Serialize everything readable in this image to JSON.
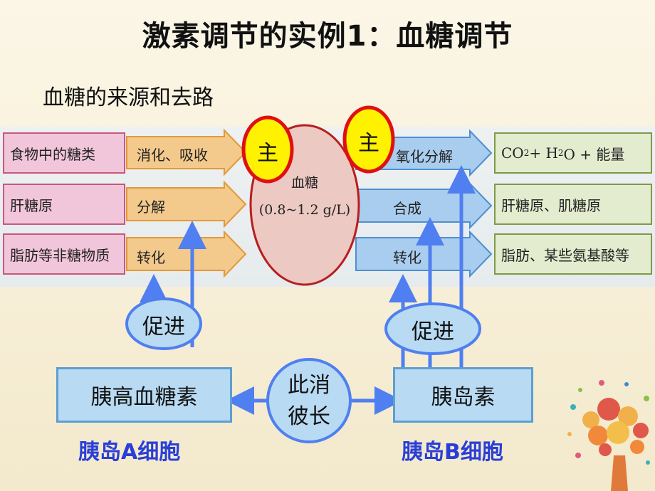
{
  "title": "激素调节的实例1：血糖调节",
  "subtitle": "血糖的来源和去路",
  "sources": [
    {
      "name": "食物中的糖类",
      "process": "消化、吸收"
    },
    {
      "name": "肝糖原",
      "process": "分解"
    },
    {
      "name": "脂肪等非糖物质",
      "process": "转化"
    }
  ],
  "blood_sugar": {
    "label": "血糖",
    "range": "(0.8~1.2 g/L)"
  },
  "main_marks": [
    "主",
    "主"
  ],
  "sinks": [
    {
      "process": "氧化分解",
      "product_prefix": "CO",
      "product_sub1": "2",
      "product_mid": " + H",
      "product_sub2": "2",
      "product_suffix": "O + 能量"
    },
    {
      "process": "合成",
      "product": "肝糖原、肌糖原"
    },
    {
      "process": "转化",
      "product": "脂肪、某些氨基酸等"
    }
  ],
  "promote_left": "促进",
  "promote_right": "促进",
  "hormone_left": "胰高血糖素",
  "hormone_right": "胰岛素",
  "antagonism_line1": "此消",
  "antagonism_line2": "彼长",
  "cell_left": "胰岛A细胞",
  "cell_right": "胰岛B细胞",
  "colors": {
    "source_fill": "#f2c6da",
    "arrow_left": "#f3c98c",
    "arrow_right": "#a9cdee",
    "sink_fill": "#e4eccf",
    "ellipse": "#ecc9c2",
    "main_mark": "#fff200",
    "blue_arrow": "#4f7ff0",
    "cell_text": "#2a3fd8"
  }
}
